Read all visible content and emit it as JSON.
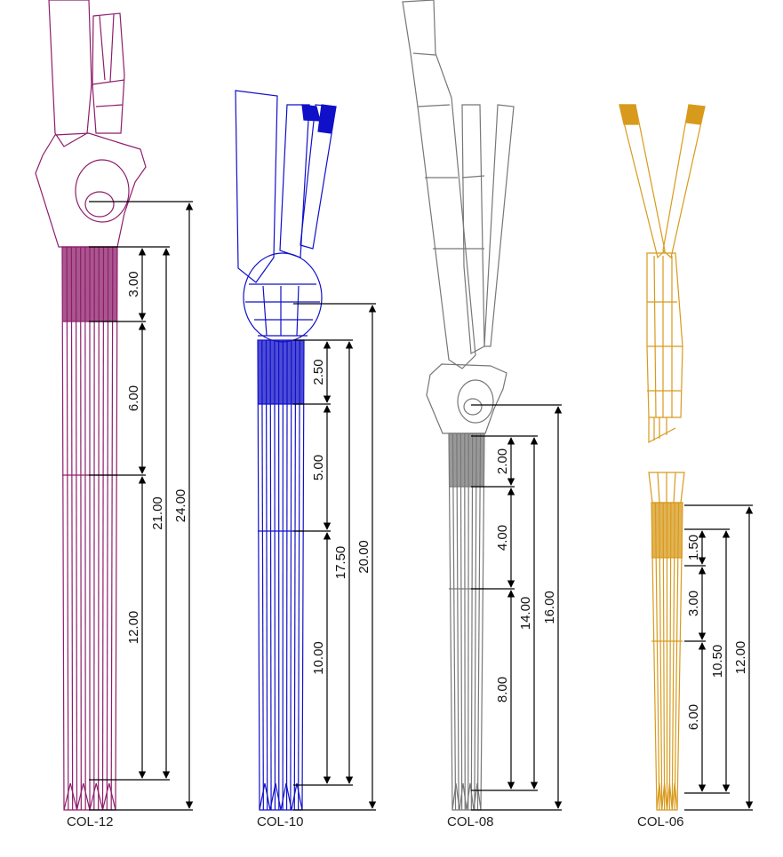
{
  "colors": {
    "col12": "#8e1e6a",
    "col10": "#1010c8",
    "col08": "#777777",
    "col06": "#d89a1c",
    "dimension_line": "#000000"
  },
  "columns": [
    {
      "key": "col12",
      "label": "COL-12",
      "dimensions": [
        "3.00",
        "6.00",
        "12.00",
        "21.00",
        "24.00"
      ]
    },
    {
      "key": "col10",
      "label": "COL-10",
      "dimensions": [
        "2.50",
        "5.00",
        "10.00",
        "17.50",
        "20.00"
      ]
    },
    {
      "key": "col08",
      "label": "COL-08",
      "dimensions": [
        "2.00",
        "4.00",
        "8.00",
        "14.00",
        "16.00"
      ]
    },
    {
      "key": "col06",
      "label": "COL-06",
      "dimensions": [
        "1.50",
        "3.00",
        "6.00",
        "10.50",
        "12.00"
      ]
    }
  ]
}
